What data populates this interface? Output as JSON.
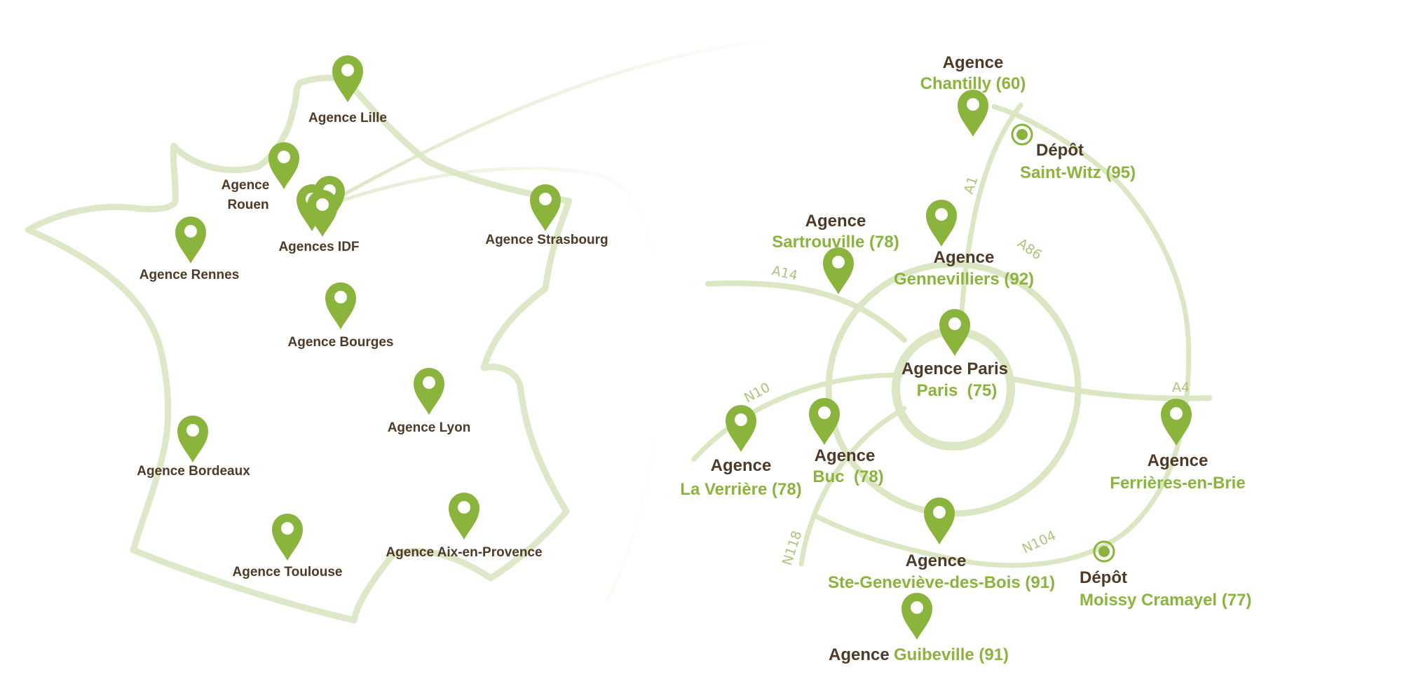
{
  "colors": {
    "pin": "#8ab43c",
    "road": "#dbe6c3",
    "dark_text": "#4e3a26",
    "green_text": "#8ab43c"
  },
  "france": {
    "agencies": [
      {
        "id": "lille",
        "label": "Agence Lille",
        "icon": "map-pin-icon"
      },
      {
        "id": "rouen",
        "label_line1": "Agence",
        "label_line2": "Rouen",
        "icon": "map-pin-icon"
      },
      {
        "id": "idf",
        "label": "Agences IDF",
        "icon": "map-pin-icon"
      },
      {
        "id": "strasbourg",
        "label": "Agence Strasbourg",
        "icon": "map-pin-icon"
      },
      {
        "id": "rennes",
        "label": "Agence Rennes",
        "icon": "map-pin-icon"
      },
      {
        "id": "bourges",
        "label": "Agence Bourges",
        "icon": "map-pin-icon"
      },
      {
        "id": "lyon",
        "label": "Agence Lyon",
        "icon": "map-pin-icon"
      },
      {
        "id": "bordeaux",
        "label": "Agence Bordeaux",
        "icon": "map-pin-icon"
      },
      {
        "id": "aix",
        "label": "Agence Aix-en-Provence",
        "icon": "map-pin-icon"
      },
      {
        "id": "toulouse",
        "label": "Agence Toulouse",
        "icon": "map-pin-icon"
      }
    ]
  },
  "idf": {
    "agencies": {
      "chantilly": {
        "title": "Agence",
        "place": "Chantilly (60)"
      },
      "sartrouville": {
        "title": "Agence",
        "place": "Sartrouville (78)"
      },
      "gennevilliers": {
        "title": "Agence",
        "place": "Gennevilliers (92)"
      },
      "paris": {
        "title": "Agence Paris",
        "place": "Paris  (75)"
      },
      "laverriere": {
        "title": "Agence",
        "place": "La Verrière (78)"
      },
      "buc": {
        "title": "Agence",
        "place": "Buc  (78)"
      },
      "ferrieres": {
        "title": "Agence",
        "place": "Ferrières-en-Brie"
      },
      "stegenevieve": {
        "title": "Agence",
        "place": "Ste-Geneviève-des-Bois (91)"
      },
      "guibeville": {
        "title": "Agence",
        "place": "Guibeville (91)"
      }
    },
    "depots": {
      "saintwitz": {
        "title": "Dépôt",
        "place": "Saint-Witz (95)",
        "icon": "depot-target-icon"
      },
      "moissy": {
        "title": "Dépôt",
        "place": "Moissy Cramayel (77)",
        "icon": "depot-target-icon"
      }
    },
    "roads": [
      "A1",
      "A86",
      "A14",
      "N10",
      "A4",
      "N118",
      "N104"
    ]
  }
}
